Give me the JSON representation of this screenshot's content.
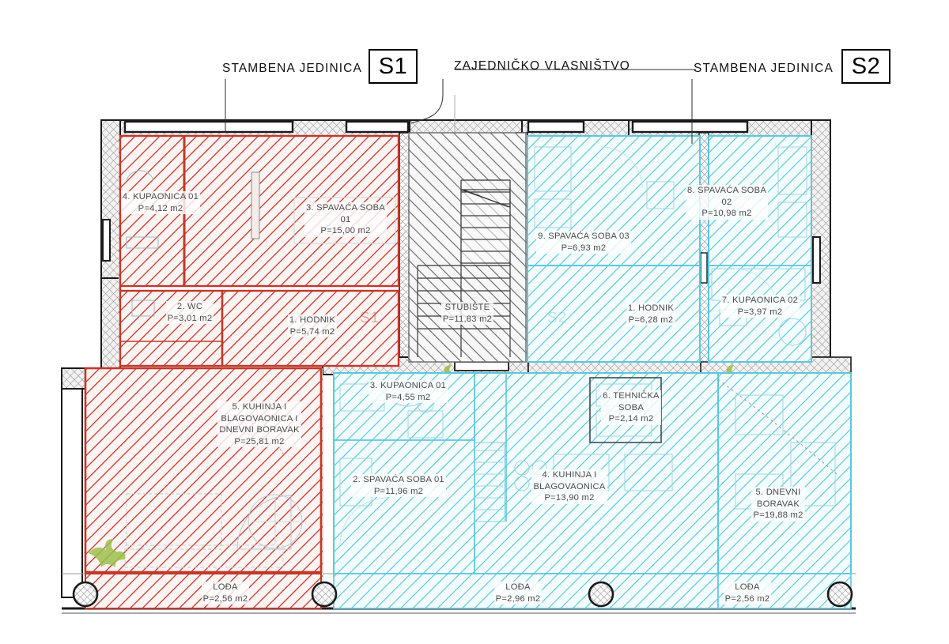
{
  "drawing": {
    "title_s1": "STAMBENA  JEDINICA",
    "title_common": "ZAJEDNIČKO VLASNIŠTVO",
    "title_s2": "STAMBENA  JEDINICA",
    "badge_s1": "S1",
    "badge_s2": "S2",
    "watermark_s1": "S1",
    "watermark_s2": "S2",
    "colors": {
      "unit_s1": "#c0392b",
      "unit_s2": "#5bc8dc",
      "common": "#6a6a6a",
      "wall": "#1a1a1a",
      "text": "#4a4a4a",
      "background": "#ffffff",
      "plant": "#8ab236"
    }
  },
  "unit_s1": {
    "name": "S1",
    "rooms": [
      {
        "id": "s1-hodnik",
        "num": "1.",
        "name": "HODNIK",
        "area": "P=5,74 m2",
        "label": "1. HODNIK\nP=5,74 m2"
      },
      {
        "id": "s1-wc",
        "num": "2.",
        "name": "WC",
        "area": "P=3,01 m2",
        "label": "2. WC\nP=3,01 m2"
      },
      {
        "id": "s1-spavaca-01",
        "num": "3.",
        "name": "SPAVAĆA SOBA 01",
        "area": "P=15,00 m2",
        "label": "3. SPAVAĆA SOBA\n01\nP=15,00 m2"
      },
      {
        "id": "s1-kupaonica-01",
        "num": "4.",
        "name": "KUPAONICA 01",
        "area": "P=4,12 m2",
        "label": "4. KUPAONICA 01\nP=4,12 m2"
      },
      {
        "id": "s1-kuhinja",
        "num": "5.",
        "name": "KUHINJA I BLAGOVAONICA I DNEVNI BORAVAK",
        "area": "P=25,81 m2",
        "label": "5. KUHINJA I\nBLAGOVAONICA I\nDNEVNI BORAVAK\nP=25,81 m2"
      },
      {
        "id": "s1-loda",
        "num": "",
        "name": "LOĐA",
        "area": "P=2,56 m2",
        "label": "LOĐA\nP=2,56 m2"
      }
    ]
  },
  "unit_s2": {
    "name": "S2",
    "rooms": [
      {
        "id": "s2-hodnik",
        "num": "1.",
        "name": "HODNIK",
        "area": "P=6,28 m2",
        "label": "1. HODNIK\nP=6,28 m2"
      },
      {
        "id": "s2-spavaca-01",
        "num": "2.",
        "name": "SPAVAĆA SOBA 01",
        "area": "P=11,96 m2",
        "label": "2. SPAVAĆA SOBA 01\nP=11,96 m2"
      },
      {
        "id": "s2-kupaonica-01",
        "num": "3.",
        "name": "KUPAONICA 01",
        "area": "P=4,55 m2",
        "label": "3. KUPAONICA 01\nP=4,55 m2"
      },
      {
        "id": "s2-kuhinja",
        "num": "4.",
        "name": "KUHINJA I BLAGOVAONICA",
        "area": "P=13,90 m2",
        "label": "4. KUHINJA I\nBLAGOVAONICA\nP=13,90 m2"
      },
      {
        "id": "s2-dnevni",
        "num": "5.",
        "name": "DNEVNI BORAVAK",
        "area": "P=19,88 m2",
        "label": "5. DNEVNI\nBORAVAK\nP=19,88 m2"
      },
      {
        "id": "s2-tehnicka",
        "num": "6.",
        "name": "TEHNIČKA SOBA",
        "area": "P=2,14 m2",
        "label": "6. TEHNIČKA\nSOBA\nP=2,14 m2"
      },
      {
        "id": "s2-kupaonica-02",
        "num": "7.",
        "name": "KUPAONICA 02",
        "area": "P=3,97 m2",
        "label": "7. KUPAONICA 02\nP=3,97 m2"
      },
      {
        "id": "s2-spavaca-02",
        "num": "8.",
        "name": "SPAVAĆA SOBA 02",
        "area": "P=10,98 m2",
        "label": "8. SPAVAĆA SOBA\n02\nP=10,98 m2"
      },
      {
        "id": "s2-spavaca-03",
        "num": "9.",
        "name": "SPAVAĆA SOBA 03",
        "area": "P=6,93 m2",
        "label": "9. SPAVAĆA SOBA 03\nP=6,93 m2"
      },
      {
        "id": "s2-loda-mid",
        "num": "",
        "name": "LOĐA",
        "area": "P=2,96 m2",
        "label": "LOĐA\nP=2,96 m2"
      },
      {
        "id": "s2-loda-right",
        "num": "",
        "name": "LOĐA",
        "area": "P=2,56 m2",
        "label": "LOĐA\nP=2,56 m2"
      }
    ]
  },
  "common_area": {
    "rooms": [
      {
        "id": "stubiste",
        "name": "STUBIŠTE",
        "area": "P=11,83 m2",
        "label": "STUBIŠTE\nP=11,83 m2"
      }
    ]
  }
}
